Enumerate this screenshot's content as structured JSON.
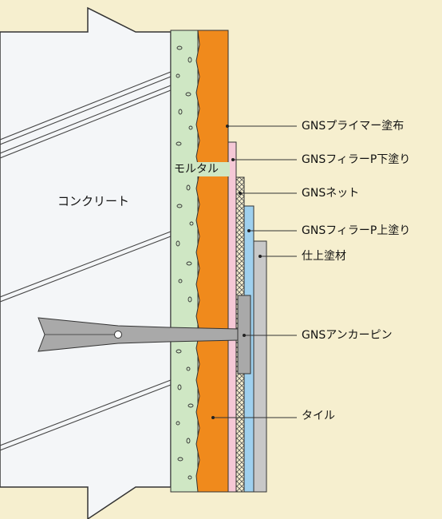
{
  "labels": {
    "concrete": "コンクリート",
    "mortar": "モルタル",
    "primer": "GNSプライマー塗布",
    "filler_base": "GNSフィラーP下塗り",
    "net": "GNSネット",
    "filler_top": "GNSフィラーP上塗り",
    "finish": "仕上塗材",
    "anchor_pin": "GNSアンカーピン",
    "tile": "タイル"
  },
  "colors": {
    "background": "#f6efcf",
    "concrete": "#f4f6f8",
    "mortar": "#cfe7c4",
    "tile": "#f08a1c",
    "filler_base": "#f5c8d6",
    "net": "#f7f3f3",
    "filler_top": "#9fd0ee",
    "finish": "#c8c8c8",
    "anchor": "#a9a9a9"
  }
}
